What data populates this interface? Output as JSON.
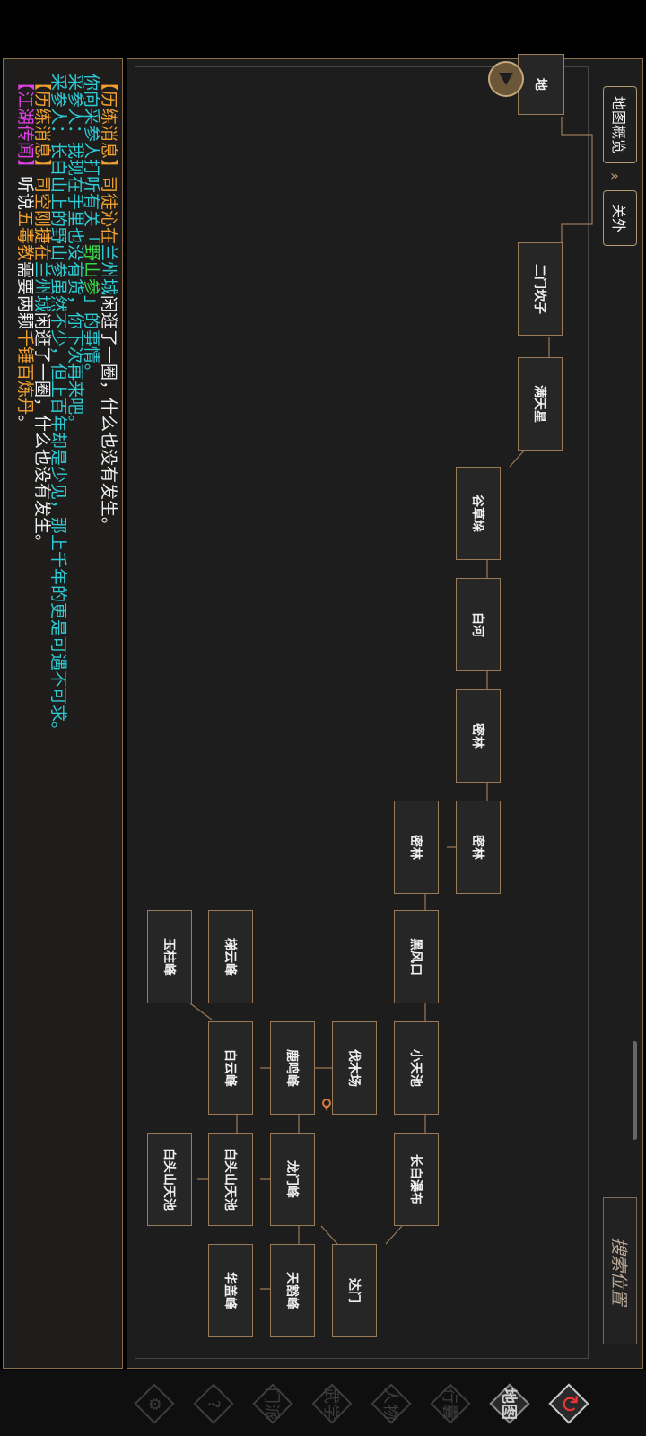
{
  "messages": [
    {
      "parts": [
        {
          "t": "【历练消息】",
          "c": "orange"
        },
        {
          "t": "司徒沁在",
          "c": "orange"
        },
        {
          "t": "兰州城",
          "c": "cyan"
        },
        {
          "t": "闲逛了一圈，什么也没有发生。",
          "c": "white"
        }
      ]
    },
    {
      "parts": [
        {
          "t": "你向采参人打听有关「",
          "c": "cyan"
        },
        {
          "t": "野山参",
          "c": "green"
        },
        {
          "t": "」的事情。",
          "c": "cyan"
        }
      ]
    },
    {
      "parts": [
        {
          "t": "采参人：我现在手里也没有货，你下次再来吧。",
          "c": "cyan"
        }
      ]
    },
    {
      "parts": [
        {
          "t": "采参人：长白山上的野山参虽然不少，但上百年却是少见，那上千年的更是可遇不可求。",
          "c": "cyan"
        }
      ]
    },
    {
      "parts": [
        {
          "t": "【历练消息】",
          "c": "orange"
        },
        {
          "t": "司空刚捷在",
          "c": "orange"
        },
        {
          "t": "兰州城",
          "c": "cyan"
        },
        {
          "t": "闲逛了一圈，什么也没有发生。",
          "c": "white"
        }
      ]
    },
    {
      "parts": [
        {
          "t": "【江湖传闻】",
          "c": "magenta"
        },
        {
          "t": "听说",
          "c": "white"
        },
        {
          "t": "五毒教",
          "c": "orange"
        },
        {
          "t": "需要两颗",
          "c": "white"
        },
        {
          "t": "千锤百炼丹",
          "c": "orange"
        },
        {
          "t": "。",
          "c": "white"
        }
      ]
    }
  ],
  "header": {
    "overview_label": "地图概览",
    "chevron": "»",
    "region_label": "关外",
    "search_label": "搜索位置"
  },
  "nodes": [
    {
      "id": "n0",
      "label": "地"
    },
    {
      "id": "n1",
      "label": "二门坎子"
    },
    {
      "id": "n2",
      "label": "满天星"
    },
    {
      "id": "n3",
      "label": "谷草垛"
    },
    {
      "id": "n4",
      "label": "白河"
    },
    {
      "id": "n5",
      "label": "密林"
    },
    {
      "id": "n6",
      "label": "密林"
    },
    {
      "id": "n7",
      "label": "密林"
    },
    {
      "id": "n8",
      "label": "黑风口"
    },
    {
      "id": "n9",
      "label": "小天池"
    },
    {
      "id": "n10",
      "label": "长白瀑布"
    },
    {
      "id": "n11",
      "label": "达门"
    },
    {
      "id": "n12",
      "label": "伐木场"
    },
    {
      "id": "n13",
      "label": "鹿鸣峰"
    },
    {
      "id": "n14",
      "label": "龙门峰"
    },
    {
      "id": "n15",
      "label": "天豁峰"
    },
    {
      "id": "n16",
      "label": "梯云峰"
    },
    {
      "id": "n17",
      "label": "白云峰"
    },
    {
      "id": "n18",
      "label": "白头山天池"
    },
    {
      "id": "n19",
      "label": "华盖峰"
    },
    {
      "id": "n20",
      "label": "玉柱峰"
    },
    {
      "id": "n21",
      "label": "白头山天池"
    }
  ],
  "nav": [
    {
      "label": "⚙",
      "icon": "gear-icon"
    },
    {
      "label": "?",
      "icon": "question-icon"
    },
    {
      "label": "门派",
      "icon": "sect-icon"
    },
    {
      "label": "武学",
      "icon": "martial-icon"
    },
    {
      "label": "人物",
      "icon": "character-icon"
    },
    {
      "label": "行囊",
      "icon": "bag-icon"
    },
    {
      "label": "地图",
      "icon": "map-icon"
    },
    {
      "label": "↻",
      "icon": "return-icon"
    }
  ],
  "colors": {
    "frame": "#8a6d4b",
    "node_border": "#9b7a57",
    "bg": "#1d1d1d"
  }
}
